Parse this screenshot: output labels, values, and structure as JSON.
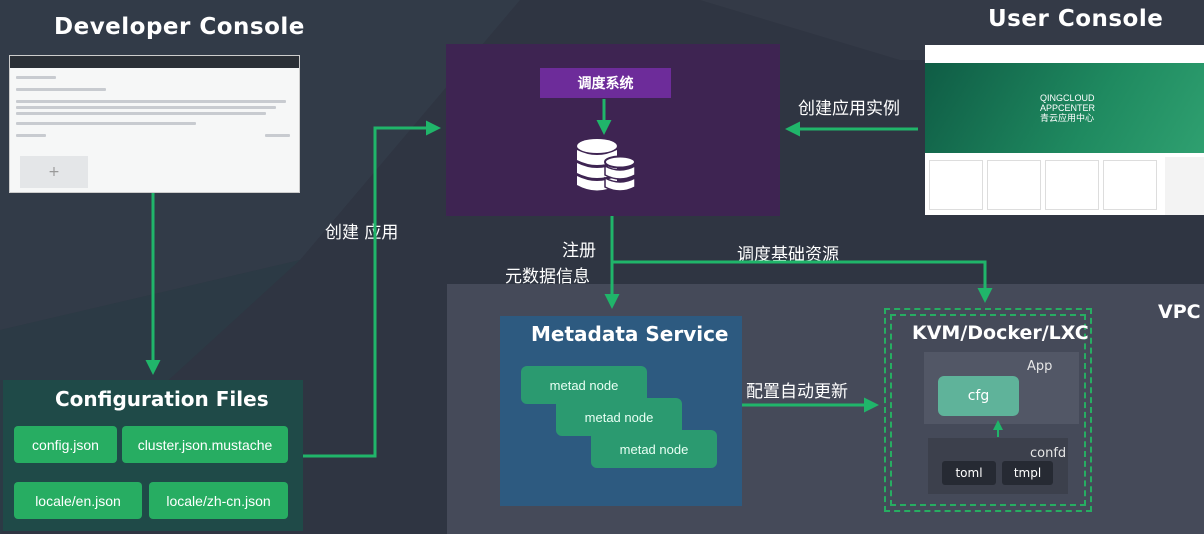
{
  "titles": {
    "developer_console": "Developer Console",
    "user_console": "User Console",
    "vpc": "VPC"
  },
  "scheduler": {
    "label": "调度系统"
  },
  "edges": {
    "create_app": "创建  应用",
    "create_instance": "创建应用实例",
    "register": "注册",
    "metadata_info": "元数据信息",
    "schedule_resources": "调度基础资源",
    "auto_update_config": "配置自动更新"
  },
  "config_files": {
    "title": "Configuration Files",
    "files": [
      "config.json",
      "cluster.json.mustache",
      "locale/en.json",
      "locale/zh-cn.json"
    ]
  },
  "metadata_service": {
    "title": "Metadata Service",
    "nodes": [
      "metad node",
      "metad node",
      "metad node"
    ]
  },
  "instance": {
    "title": "KVM/Docker/LXC",
    "app_label": "App",
    "cfg_label": "cfg",
    "confd_label": "confd",
    "toml_label": "toml",
    "tmpl_label": "tmpl"
  },
  "user_console_thumb": {
    "brand": "QINGCLOUD",
    "product": "APPCENTER",
    "subtitle": "青云应用中心"
  },
  "colors": {
    "green": "#27ad62",
    "arrow": "#20b56a",
    "purple_panel": "#3e2452",
    "purple_button": "#6d2c9a",
    "metadata_panel": "#2d5a80",
    "config_panel": "#1f4a48"
  }
}
